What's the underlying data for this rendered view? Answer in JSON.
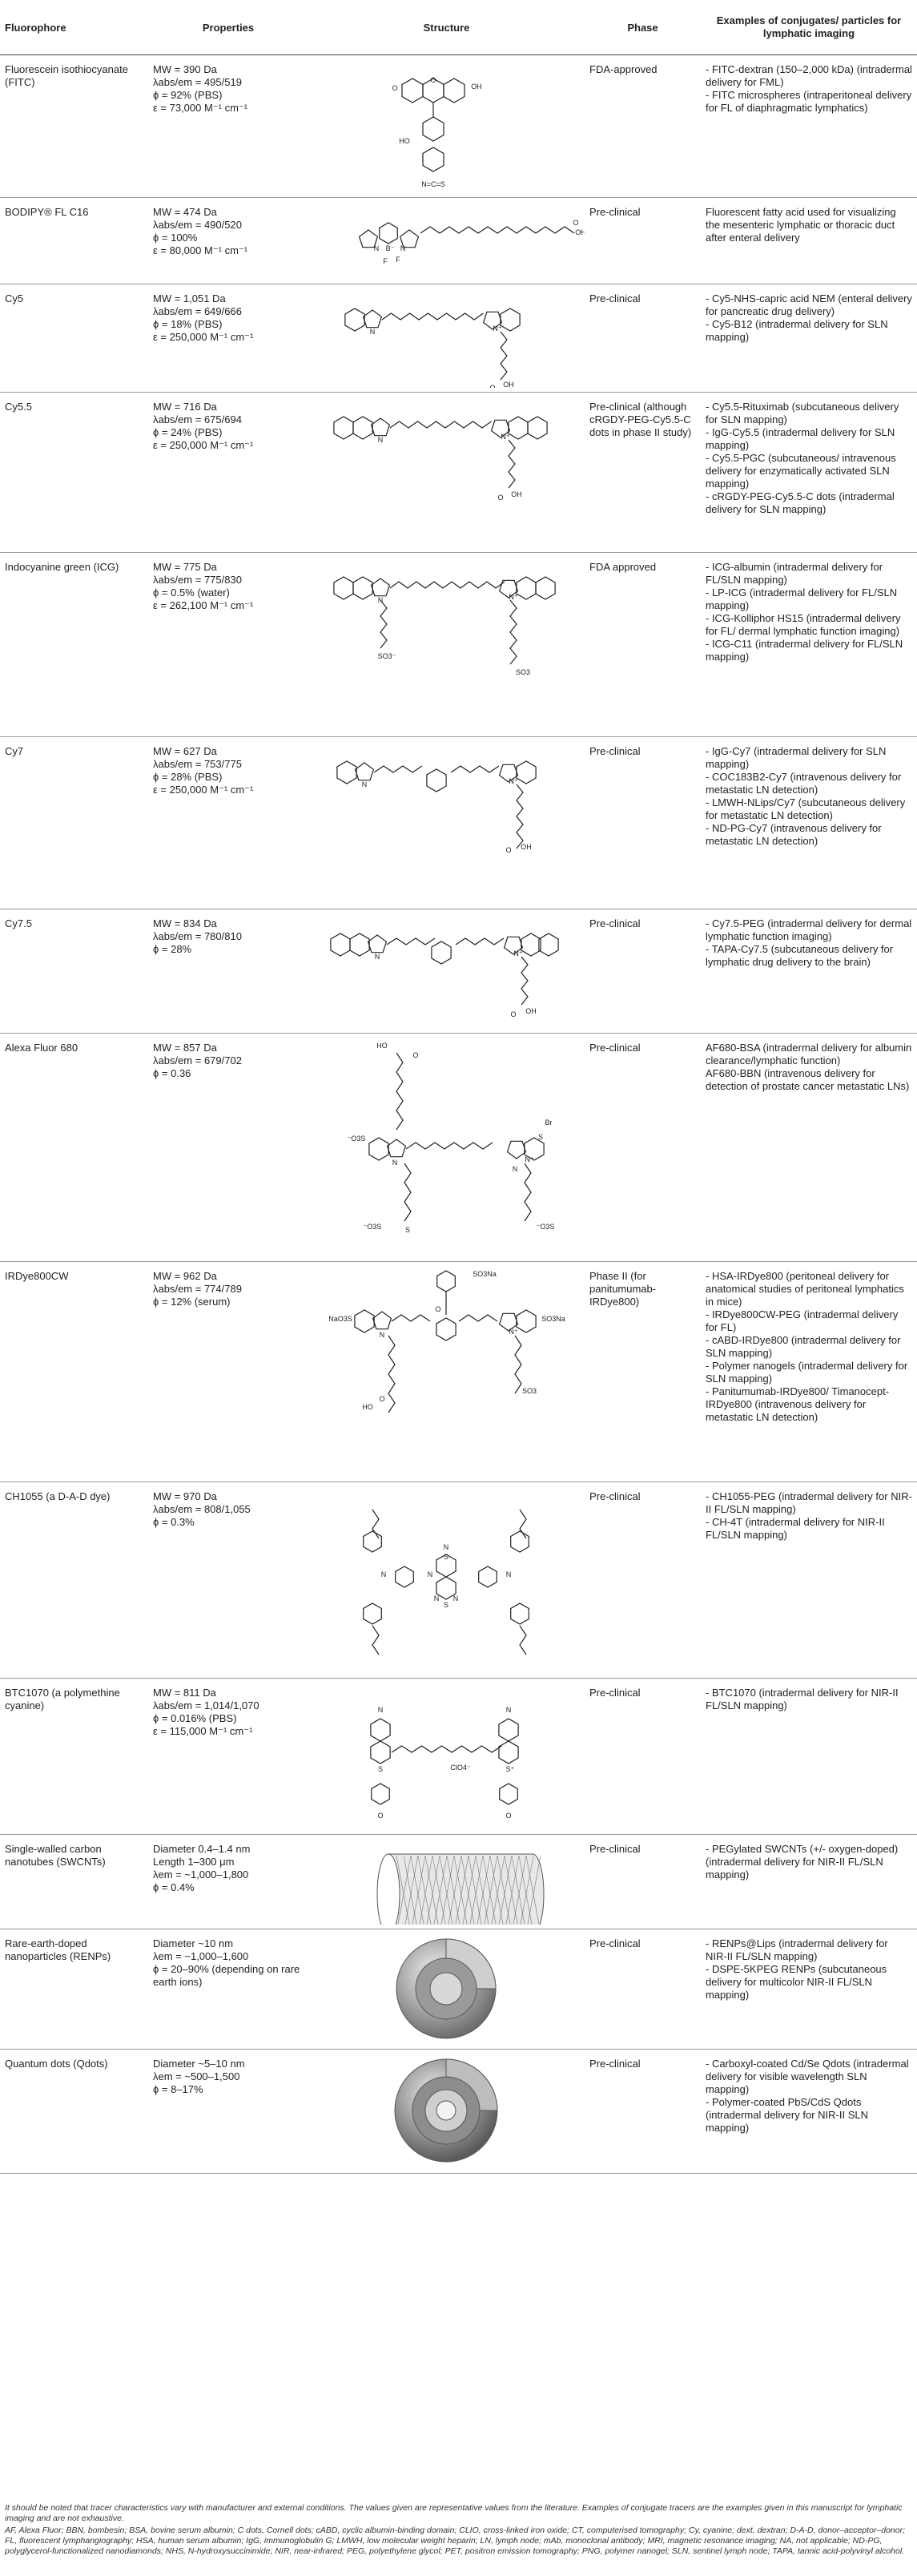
{
  "headers": {
    "fluorophore": "Fluorophore",
    "properties": "Properties",
    "structure": "Structure",
    "phase": "Phase",
    "examples": "Examples of conjugates/ particles for lymphatic imaging"
  },
  "rows": [
    {
      "name": "Fluorescein isothiocyanate (FITC)",
      "properties": [
        "MW = 390 Da",
        "λabs/em = 495/519",
        "ϕ = 92% (PBS)",
        "ε = 73,000 M⁻¹ cm⁻¹"
      ],
      "phase": "FDA-approved",
      "examples": [
        "- FITC-dextran (150–2,000 kDa) (intradermal delivery for FML)",
        "- FITC microspheres (intraperitoneal delivery for FL of diaphragmatic lymphatics)"
      ],
      "labels": [
        "HO",
        "O",
        "OH",
        "O",
        "N=C=S"
      ]
    },
    {
      "name": "BODIPY® FL C16",
      "properties": [
        "MW = 474 Da",
        "λabs/em = 490/520",
        "ϕ = 100%",
        "ε = 80,000 M⁻¹ cm⁻¹"
      ],
      "phase": "Pre-clinical",
      "examples": [
        "Fluorescent fatty acid used for visualizing the mesenteric lymphatic or thoracic duct after enteral delivery"
      ],
      "labels": [
        "N",
        "B⁻",
        "F",
        "F",
        "N",
        "OH",
        "O"
      ]
    },
    {
      "name": "Cy5",
      "properties": [
        "MW = 1,051 Da",
        "λabs/em = 649/666",
        "ϕ = 18% (PBS)",
        "ε = 250,000 M⁻¹ cm⁻¹"
      ],
      "phase": "Pre-clinical",
      "examples": [
        "- Cy5-NHS-capric acid NEM (enteral delivery for pancreatic drug delivery)",
        "- Cy5-B12 (intradermal delivery for SLN mapping)"
      ],
      "labels": [
        "N",
        "N⁺",
        "O",
        "OH"
      ]
    },
    {
      "name": "Cy5.5",
      "properties": [
        "MW = 716 Da",
        "λabs/em = 675/694",
        "ϕ = 24% (PBS)",
        "ε = 250,000 M⁻¹ cm⁻¹"
      ],
      "phase": "Pre-clinical (although cRGDY-PEG-Cy5.5-C dots in phase II study)",
      "examples": [
        "- Cy5.5-Rituximab (subcutaneous delivery for SLN mapping)",
        "- IgG-Cy5.5 (intradermal delivery for SLN mapping)",
        "- Cy5.5-PGC (subcutaneous/ intravenous delivery for enzymatically activated SLN mapping)",
        "- cRGDY-PEG-Cy5.5-C dots (intradermal delivery for SLN mapping)"
      ],
      "labels": [
        "N",
        "N⁺",
        "O",
        "OH"
      ]
    },
    {
      "name": "Indocyanine green (ICG)",
      "properties": [
        "MW = 775 Da",
        "λabs/em = 775/830",
        "ϕ = 0.5% (water)",
        "ε = 262,100 M⁻¹ cm⁻¹"
      ],
      "phase": "FDA approved",
      "examples": [
        "- ICG-albumin (intradermal delivery for FL/SLN mapping)",
        "- LP-ICG (intradermal delivery for FL/SLN mapping)",
        "- ICG-Kolliphor HS15 (intradermal delivery for FL/ dermal lymphatic function imaging)",
        "- ICG-C11 (intradermal delivery for FL/SLN mapping)"
      ],
      "labels": [
        "N",
        "N⁺",
        "SO3⁻",
        "SO3"
      ]
    },
    {
      "name": "Cy7",
      "properties": [
        "MW = 627 Da",
        "λabs/em = 753/775",
        "ϕ = 28% (PBS)",
        "ε = 250,000 M⁻¹ cm⁻¹"
      ],
      "phase": "Pre-clinical",
      "examples": [
        "- IgG-Cy7 (intradermal delivery for SLN mapping)",
        "- COC183B2-Cy7 (intravenous delivery for metastatic LN detection)",
        "- LMWH-NLips/Cy7 (subcutaneous delivery for metastatic LN detection)",
        "- ND-PG-Cy7 (intravenous delivery for metastatic LN detection)"
      ],
      "labels": [
        "N",
        "N⁺",
        "O",
        "OH"
      ]
    },
    {
      "name": "Cy7.5",
      "properties": [
        "MW = 834 Da",
        "λabs/em = 780/810",
        "ϕ = 28%"
      ],
      "phase": "Pre-clinical",
      "examples": [
        "- Cy7.5-PEG (intradermal delivery for dermal lymphatic function imaging)",
        "- TAPA-Cy7.5 (subcutaneous delivery for lymphatic drug delivery to the brain)"
      ],
      "labels": [
        "N",
        "N⁺",
        "O",
        "OH"
      ]
    },
    {
      "name": "Alexa Fluor 680",
      "properties": [
        "MW = 857 Da",
        "λabs/em = 679/702",
        "ϕ = 0.36"
      ],
      "phase": "Pre-clinical",
      "examples": [
        "AF680-BSA (intradermal delivery for albumin clearance/lymphatic function)",
        "AF680-BBN (intravenous delivery for detection of prostate cancer metastatic LNs)"
      ],
      "labels": [
        "HO",
        "O",
        "⁻O3S",
        "N",
        "N⁺",
        "Br",
        "N",
        "S",
        "⁻O3S",
        "S",
        "⁻O3S"
      ]
    },
    {
      "name": "IRDye800CW",
      "properties": [
        "MW = 962 Da",
        "λabs/em = 774/789",
        "ϕ = 12% (serum)"
      ],
      "phase": "Phase II (for panitumumab-IRDye800)",
      "examples": [
        "- HSA-IRDye800 (peritoneal delivery for anatomical studies of peritoneal lymphatics in mice)",
        "- IRDye800CW-PEG (intradermal delivery for FL)",
        "- cABD-IRDye800 (intradermal delivery for SLN mapping)",
        "- Polymer nanogels (intradermal delivery for SLN mapping)",
        "- Panitumumab-IRDye800/ Timanocept-IRDye800 (intravenous delivery for metastatic LN detection)"
      ],
      "labels": [
        "SO3Na",
        "NaO3S",
        "O",
        "N",
        "N⁺",
        "SO3Na",
        "O",
        "HO",
        "SO3"
      ]
    },
    {
      "name": "CH1055 (a D-A-D dye)",
      "properties": [
        "MW = 970 Da",
        "λabs/em = 808/1,055",
        "ϕ = 0.3%"
      ],
      "phase": "Pre-clinical",
      "examples": [
        "- CH1055-PEG (intradermal delivery for NIR-II FL/SLN mapping)",
        "- CH-4T (intradermal delivery for NIR-II FL/SLN mapping)"
      ],
      "labels": [
        "N",
        "S",
        "N",
        "N",
        "N",
        "S",
        "N",
        "N"
      ]
    },
    {
      "name": "BTC1070 (a polymethine cyanine)",
      "properties": [
        "MW = 811 Da",
        "λabs/em = 1,014/1,070",
        "ϕ = 0.016% (PBS)",
        "ε = 115,000 M⁻¹ cm⁻¹"
      ],
      "phase": "Pre-clinical",
      "examples": [
        "- BTC1070 (intradermal delivery for NIR-II FL/SLN mapping)"
      ],
      "labels": [
        "N",
        "N",
        "S",
        "S⁺",
        "ClO4⁻",
        "O",
        "O"
      ]
    },
    {
      "name": "Single-walled carbon nanotubes (SWCNTs)",
      "properties": [
        "Diameter 0.4–1.4 nm",
        "Length 1–300 μm",
        "λem = ~1,000–1,800",
        "ϕ = 0.4%"
      ],
      "phase": "Pre-clinical",
      "examples": [
        "- PEGylated SWCNTs (+/- oxygen-doped) (intradermal delivery for NIR-II FL/SLN mapping)"
      ],
      "labels": []
    },
    {
      "name": "Rare-earth-doped nanoparticles (RENPs)",
      "properties": [
        "Diameter ~10 nm",
        "λem = ~1,000–1,600",
        "ϕ = 20–90% (depending on rare earth ions)"
      ],
      "phase": "Pre-clinical",
      "examples": [
        "- RENPs@Lips (intradermal delivery for NIR-II FL/SLN mapping)",
        "- DSPE-5KPEG RENPs (subcutaneous delivery for multicolor NIR-II FL/SLN mapping)"
      ],
      "labels": []
    },
    {
      "name": "Quantum dots (Qdots)",
      "properties": [
        "Diameter ~5–10 nm",
        "λem = ~500–1,500",
        "ϕ = 8–17%"
      ],
      "phase": "Pre-clinical",
      "examples": [
        "- Carboxyl-coated Cd/Se Qdots (intradermal delivery for visible wavelength SLN mapping)",
        "- Polymer-coated PbS/CdS Qdots (intradermal delivery for NIR-II SLN mapping)"
      ],
      "labels": []
    }
  ],
  "footnote": [
    "It should be noted that tracer characteristics vary with manufacturer and external conditions. The values given are representative values from the literature. Examples of conjugate tracers are the examples given in this manuscript for lymphatic imaging and are not exhaustive.",
    "AF, Alexa Fluor; BBN, bombesin; BSA, bovine serum albumin; C dots, Cornell dots; cABD, cyclic albumin-binding domain; CLIO, cross-linked iron oxide; CT, computerised tomography; Cy, cyanine; dext, dextran; D-A-D, donor–acceptor–donor; FL, fluorescent lymphangiography; HSA, human serum albumin; IgG, immunoglobulin G; LMWH, low molecular weight heparin; LN, lymph node; mAb, monoclonal antibody; MRI, magnetic resonance imaging; NA, not applicable; ND-PG, polyglycerol-functionalized nanodiamonds; NHS, N-hydroxysuccinimide; NIR, near-infrared; PEG, polyethylene glycol; PET, positron emission tomography; PNG, polymer nanogel; SLN, sentinel lymph node; TAPA, tannic acid-polyvinyl alcohol."
  ]
}
